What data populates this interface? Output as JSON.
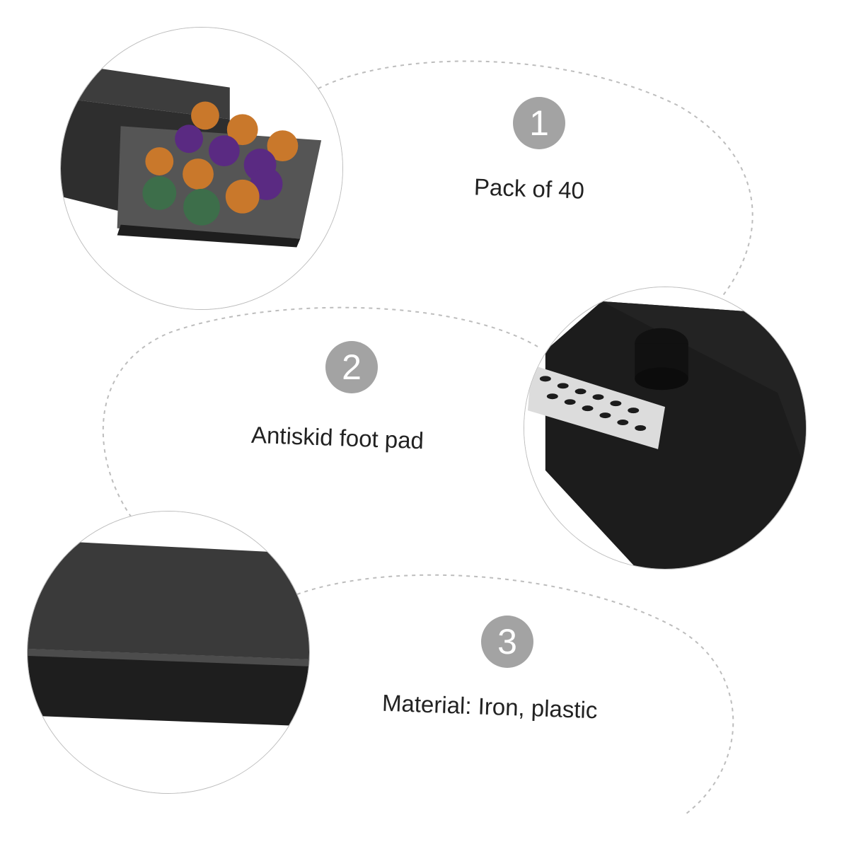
{
  "features": [
    {
      "number": "1",
      "caption": "Pack of 40"
    },
    {
      "number": "2",
      "caption": "Antiskid foot pad"
    },
    {
      "number": "3",
      "caption": "Material: Iron, plastic"
    }
  ],
  "colors": {
    "badge": "#a3a3a3",
    "text": "#222222",
    "dashed_line": "#bdbdbd",
    "product_dark": "#2e2e2e",
    "capsule_orange": "#c9782b",
    "capsule_purple": "#5a2a82",
    "capsule_green": "#3d6e4a"
  },
  "icons": [
    "drawer-photo",
    "foot-pad-photo",
    "material-photo"
  ]
}
